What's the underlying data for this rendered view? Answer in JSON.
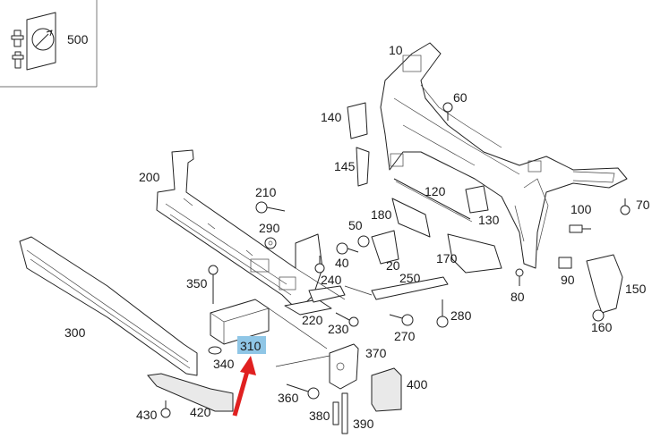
{
  "diagram": {
    "labels": {
      "p10": "10",
      "p20": "20",
      "p40": "40",
      "p50": "50",
      "p60": "60",
      "p70": "70",
      "p80": "80",
      "p90": "90",
      "p100": "100",
      "p120": "120",
      "p130": "130",
      "p140": "140",
      "p145": "145",
      "p150": "150",
      "p160": "160",
      "p170": "170",
      "p180": "180",
      "p200": "200",
      "p210": "210",
      "p220": "220",
      "p230": "230",
      "p240": "240",
      "p250": "250",
      "p270": "270",
      "p280": "280",
      "p290": "290",
      "p300": "300",
      "p310": "310",
      "p340": "340",
      "p350": "350",
      "p360": "360",
      "p370": "370",
      "p380": "380",
      "p390": "390",
      "p400": "400",
      "p420": "420",
      "p430": "430",
      "p500": "500"
    },
    "highlight_color": "#8fc6e6",
    "arrow_color": "#e02020"
  }
}
